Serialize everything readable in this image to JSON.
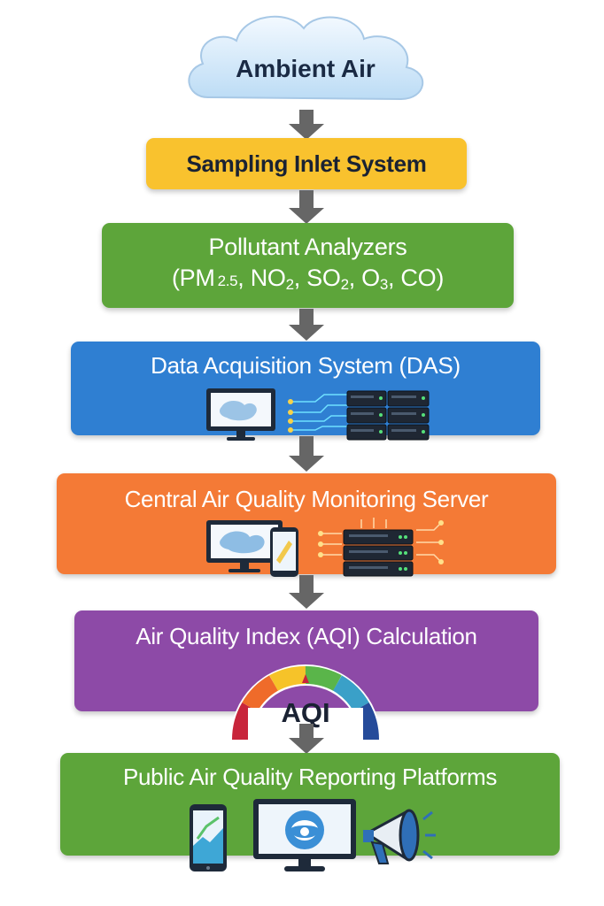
{
  "nodes": {
    "ambient": "Ambient Air",
    "inlet": "Sampling Inlet System",
    "analyzers": {
      "title": "Pollutant Analyzers",
      "open": "(PM",
      "pm_sub": "2.5",
      "no": ", NO",
      "no_sub": "2",
      "so": ", SO",
      "so_sub": "2",
      "o": ", O",
      "o_sub": "3",
      "co": ", CO)"
    },
    "das": "Data Acquisition System (DAS)",
    "server": "Central Air Quality Monitoring Server",
    "aqi_calc": "Air Quality Index (AQI) Calculation",
    "aqi_gauge": "AQI",
    "public": "Public Air Quality Reporting Platforms"
  },
  "colors": {
    "cloud": "#d6ecfa",
    "inlet": "#f9c22e",
    "analyzers": "#5da53a",
    "das": "#2f7fd2",
    "server": "#f47a36",
    "aqi": "#8d4aa7",
    "public": "#5da53a",
    "arrow": "#666666",
    "text_dark": "#1a2a44"
  },
  "icons": [
    "monitor-icon",
    "server-rack-icon",
    "circuit-icon",
    "smartphone-icon",
    "aqi-gauge-icon",
    "megaphone-icon"
  ]
}
